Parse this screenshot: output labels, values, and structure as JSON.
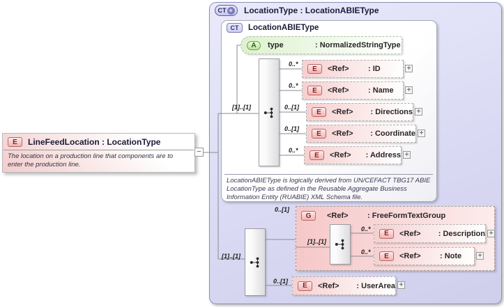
{
  "colors": {
    "outer_fill": "#dadaf4",
    "outer_border": "#9090c0",
    "element_pink": "#f7cfcf",
    "attribute_green": "#ddf2cf",
    "badge_red_border": "#b26a6a",
    "wire_gray": "#8a8a92"
  },
  "icons": {
    "expand": "+",
    "collapse": "−"
  },
  "left_element": {
    "badge": "E",
    "title": "LineFeedLocation : LocationType",
    "annotation": "The location on a production line that components are to enter the production line."
  },
  "outer": {
    "badge": "CT",
    "badge_plus": "+",
    "title": "LocationType : LocationABIEType"
  },
  "inner": {
    "badge": "CT",
    "title": "LocationABIEType",
    "annotation": "LocationABIEType is logically derived from UN/CEFACT TBG17 ABIE LocationType as defined in the Reusable Aggregate Business Information Entity (RUABIE) XML Schema file."
  },
  "attribute": {
    "badge": "A",
    "name": "type",
    "type": ": NormalizedStringType"
  },
  "sequences": {
    "top": "[1]..[1]",
    "bottom": "[1]..[1]",
    "group": "[1]..[1]"
  },
  "elements": [
    {
      "badge": "E",
      "ref": "<Ref>",
      "name": ": ID",
      "cardinality": "0..*"
    },
    {
      "badge": "E",
      "ref": "<Ref>",
      "name": ": Name",
      "cardinality": "0..*"
    },
    {
      "badge": "E",
      "ref": "<Ref>",
      "name": ": Directions",
      "cardinality": "0..[1]"
    },
    {
      "badge": "E",
      "ref": "<Ref>",
      "name": ": Coordinate",
      "cardinality": "0..[1]"
    },
    {
      "badge": "E",
      "ref": "<Ref>",
      "name": ": Address",
      "cardinality": "0..*"
    }
  ],
  "group": {
    "badge": "G",
    "ref": "<Ref>",
    "name": ": FreeFormTextGroup",
    "cardinality": "0..[1]",
    "children": [
      {
        "badge": "E",
        "ref": "<Ref>",
        "name": ": Description",
        "cardinality": "0..*"
      },
      {
        "badge": "E",
        "ref": "<Ref>",
        "name": ": Note",
        "cardinality": "0..*"
      }
    ]
  },
  "user_area": {
    "badge": "E",
    "ref": "<Ref>",
    "name": ": UserArea",
    "cardinality": "0..[1]"
  }
}
